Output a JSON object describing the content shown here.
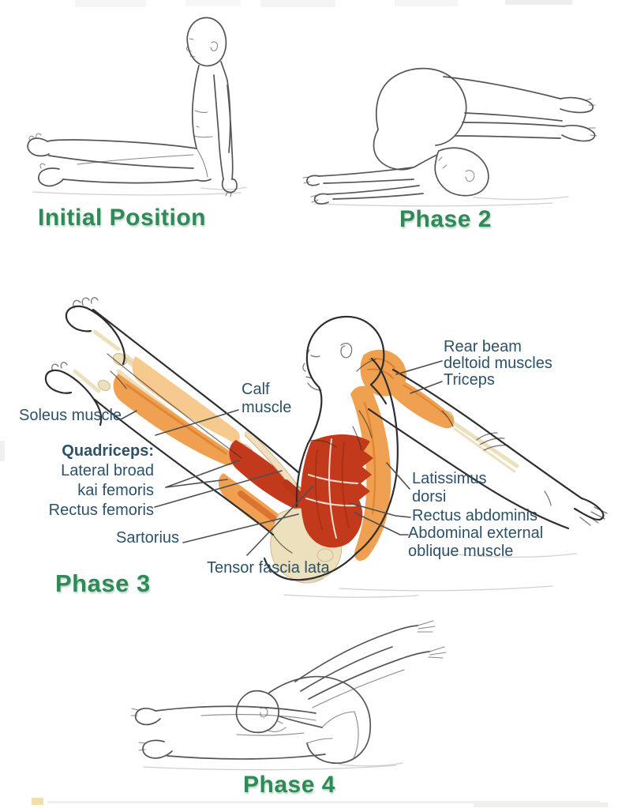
{
  "page": {
    "background": "#ffffff"
  },
  "colors": {
    "page_bg": "#ffffff",
    "phase_title": "#2e8b57",
    "label_text": "#2d5168",
    "leader_line": "#4f4f4f",
    "outline": "#2e2e2e",
    "sketch": "#555555",
    "ground": "#c8c8c8",
    "muscle_orange": "#efa050",
    "muscle_orange_light": "#f6c98e",
    "muscle_orange_dark": "#dd7f2b",
    "muscle_red": "#c23a1b",
    "muscle_red_dark": "#a32c12",
    "bone": "#ece0bd",
    "bone_edge": "#cdb98c"
  },
  "panels": {
    "initial": {
      "title": "Initial Position"
    },
    "phase2": {
      "title": "Phase 2"
    },
    "phase3": {
      "title": "Phase 3",
      "labels": {
        "soleus": "Soleus muscle",
        "calf": {
          "line1": "Calf",
          "line2": "muscle"
        },
        "quadriceps": {
          "heading": "Quadriceps:",
          "item1": "Lateral broad",
          "item2": "kai femoris",
          "item3": "Rectus femoris"
        },
        "sartorius": "Sartorius",
        "tensor_fascia_lata": "Tensor fascia lata",
        "rear_deltoid": {
          "line1": "Rear beam",
          "line2": "deltoid muscles"
        },
        "triceps": "Triceps",
        "latissimus": {
          "line1": "Latissimus",
          "line2": "dorsi"
        },
        "rectus_abdominis": "Rectus abdominis",
        "oblique": {
          "line1": "Abdominal external",
          "line2": "oblique muscle"
        }
      }
    },
    "phase4": {
      "title": "Phase 4"
    }
  }
}
